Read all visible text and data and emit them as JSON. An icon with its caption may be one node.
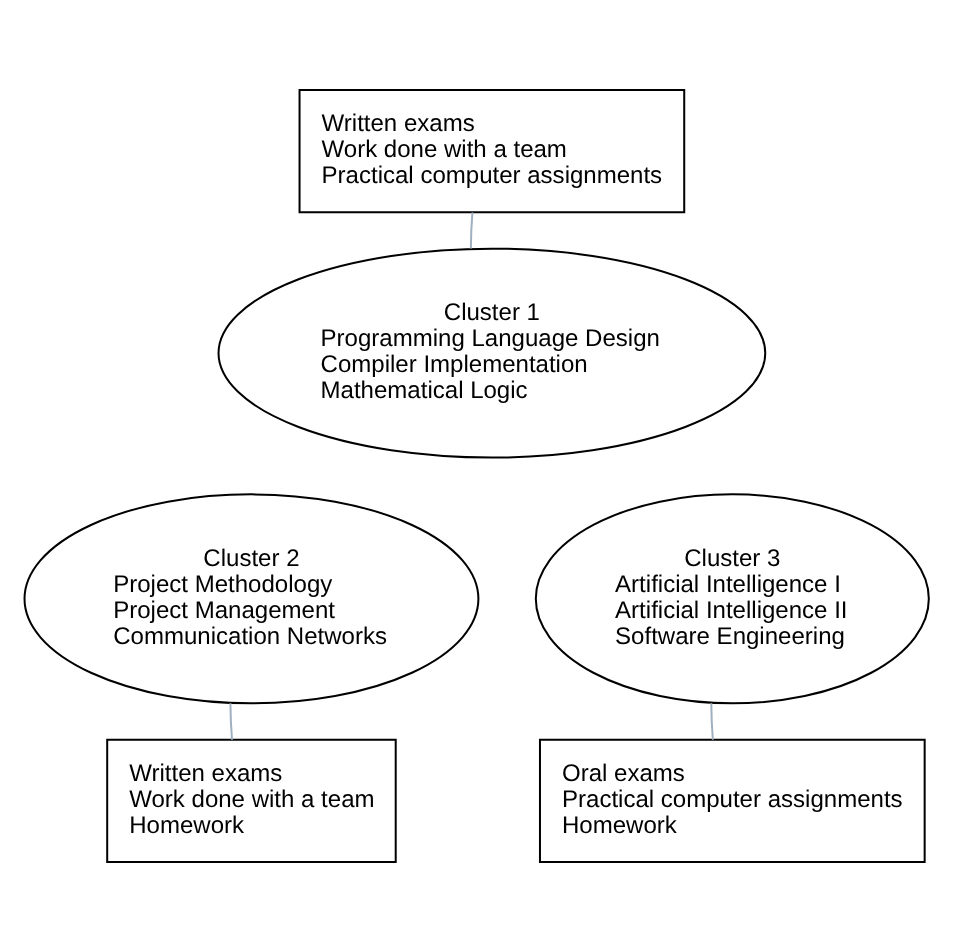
{
  "diagram": {
    "nodes": [
      {
        "text": [
          "Written exams",
          "Work done with a team",
          "Practical computer assignments"
        ]
      },
      {
        "text": [
          "Cluster 1",
          "Programming Language Design",
          "Compiler Implementation",
          "Mathematical Logic"
        ]
      },
      {
        "text": [
          "Cluster 2",
          "Project Methodology",
          "Project Management",
          "Communication Networks"
        ]
      },
      {
        "text": [
          "Cluster 3",
          "Artificial Intelligence I",
          "Artificial Intelligence II",
          "Software Engineering"
        ]
      },
      {
        "text": [
          "Written exams",
          "Work done with a team",
          "Homework"
        ]
      },
      {
        "text": [
          "Oral exams",
          "Practical computer assignments",
          "Homework"
        ]
      }
    ],
    "edges": [
      {
        "from": 0,
        "to": 1,
        "arrow": "none"
      },
      {
        "from": 2,
        "to": 4,
        "arrow": "none"
      },
      {
        "from": 3,
        "to": 5,
        "arrow": "none"
      }
    ]
  }
}
